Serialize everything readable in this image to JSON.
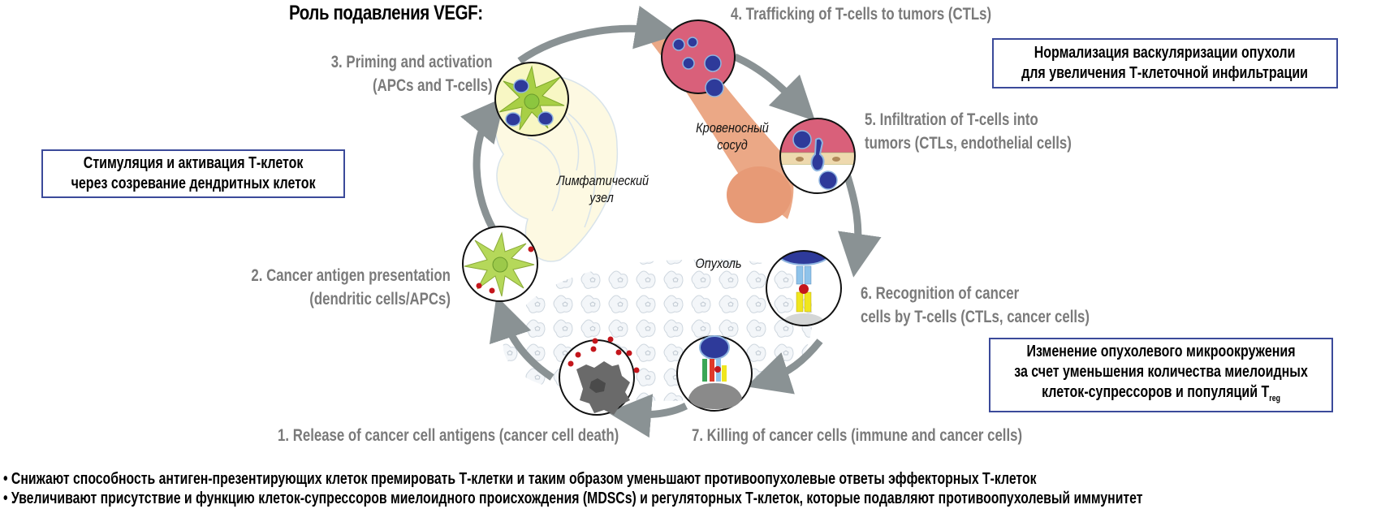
{
  "title": "Роль подавления VEGF:",
  "steps": [
    {
      "line1": "1. Release of cancer cell antigens (cancer cell death)",
      "line2": ""
    },
    {
      "line1": "2. Cancer antigen presentation",
      "line2": "(dendritic cells/APCs)"
    },
    {
      "line1": "3. Priming and activation",
      "line2": "(APCs and T-cells)"
    },
    {
      "line1": "4. Trafficking of T-cells to tumors (CTLs)",
      "line2": ""
    },
    {
      "line1": "5. Infiltration of T-cells into",
      "line2": "tumors (CTLs, endothelial cells)"
    },
    {
      "line1": "6. Recognition of cancer",
      "line2": "cells by T-cells (CTLs, cancer cells)"
    },
    {
      "line1": "7. Killing of cancer cells (immune and cancer cells)",
      "line2": ""
    }
  ],
  "boxes": {
    "stimulation": {
      "line1": "Стимуляция и активация Т-клеток",
      "line2": "через созревание дендритных клеток"
    },
    "normalization": {
      "line1": "Нормализация васкуляризации опухоли",
      "line2": "для увеличения Т-клеточной инфильтрации"
    },
    "microenvironment": {
      "line1": "Изменение опухолевого микроокружения",
      "line2": "за счет уменьшения количества миелоидных",
      "line3": "клеток-супрессоров и популяций T",
      "sub": "reg"
    }
  },
  "labels": {
    "lymph_node_1": "Лимфатический",
    "lymph_node_2": "узел",
    "blood_vessel_1": "Кровеносный",
    "blood_vessel_2": "сосуд",
    "tumor": "Опухоль"
  },
  "bullets": [
    "• Снижают способность антиген-презентирующих клеток премировать Т-клетки и таким образом уменьшают противоопухолевые ответы эффекторных Т-клеток",
    "• Увеличивают  присутствие и функцию клеток-супрессоров миелоидного происхождения  (MDSCs) и регуляторных Т-клеток, которые подавляют противоопухолевый иммунитет"
  ],
  "colors": {
    "arrow": "#8a9294",
    "box_border": "#3b4a9a",
    "step_text": "#7a7a7a",
    "t_cell": "#2e3a9a",
    "dendritic": "#a8cf45",
    "blood": "#d9607a",
    "antigen": "#c4161c"
  }
}
